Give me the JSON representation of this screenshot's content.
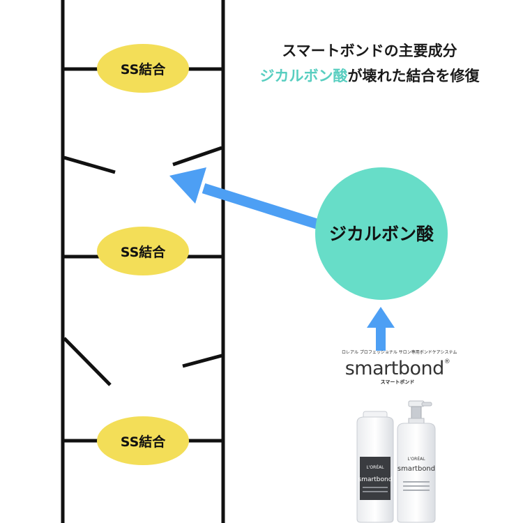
{
  "colors": {
    "accent": "#58cec0",
    "bond": "#f3de58",
    "molecule": "#67ddc8",
    "arrow": "#4d9ff4",
    "line": "#111111"
  },
  "heading": {
    "line1": "スマートボンドの主要成分",
    "line2_accent": "ジカルボン酸",
    "line2_rest": "が壊れた結合を修復"
  },
  "bonds": [
    {
      "label": "SS結合"
    },
    {
      "label": "SS結合"
    },
    {
      "label": "SS結合"
    }
  ],
  "molecule": {
    "label": "ジカルボン酸"
  },
  "product": {
    "tagline": "ロレアル プロフェッショナル サロン専用ボンドケアシステム",
    "brand": "smartbond",
    "brand_mark": "®",
    "brand_sub": "スマートボンド",
    "bottles": [
      {
        "maker": "L'ORÉAL",
        "name": "smartbond"
      },
      {
        "maker": "L'ORÉAL",
        "name": "smartbond"
      }
    ]
  }
}
